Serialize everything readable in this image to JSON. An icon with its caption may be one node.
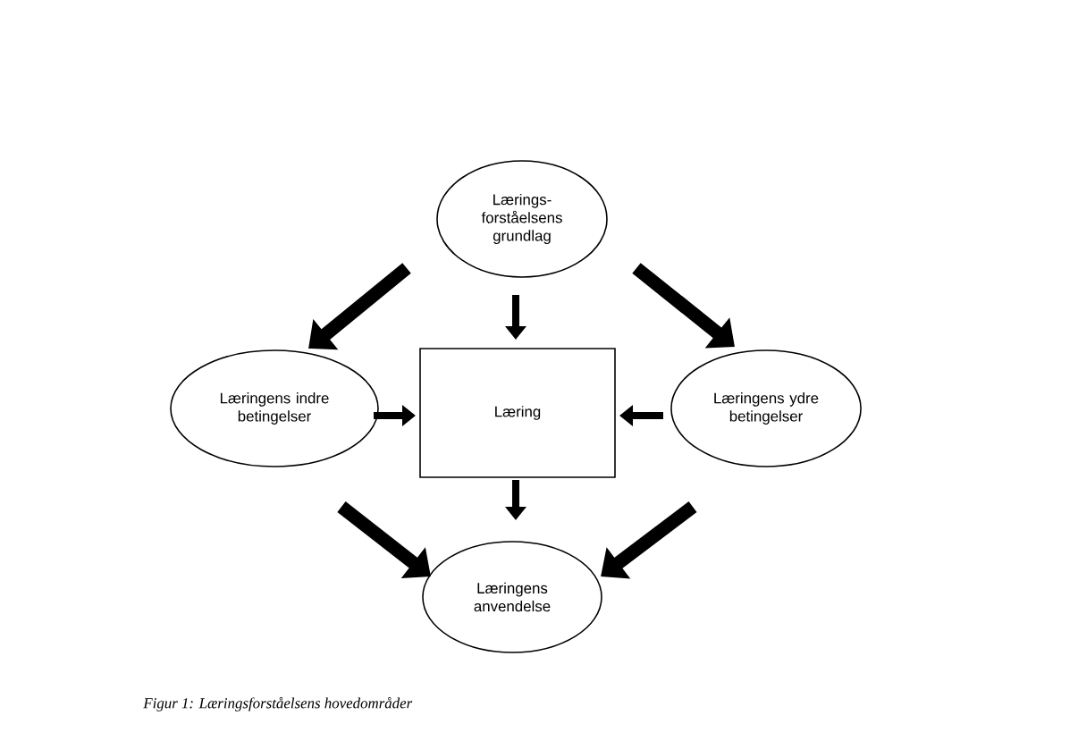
{
  "diagram": {
    "caption": "Figur 1: Læringsforståelsens hovedområder",
    "nodes": [
      {
        "text": [
          "Lærings- forståelsens grundlag"
        ]
      },
      {
        "text": [
          "Læringens indre betingelser"
        ]
      },
      {
        "text": [
          "Læring"
        ]
      },
      {
        "text": [
          "Læringens ydre betingelser"
        ]
      },
      {
        "text": [
          "Læringens anvendelse"
        ]
      }
    ],
    "edges": [
      {
        "from": 0,
        "to": 1,
        "arrow": "to",
        "style": "thick"
      },
      {
        "from": 0,
        "to": 2,
        "arrow": "to"
      },
      {
        "from": 0,
        "to": 3,
        "arrow": "to",
        "style": "thick"
      },
      {
        "from": 1,
        "to": 2,
        "arrow": "to"
      },
      {
        "from": 3,
        "to": 2,
        "arrow": "to"
      },
      {
        "from": 2,
        "to": 4,
        "arrow": "to"
      },
      {
        "from": 1,
        "to": 4,
        "arrow": "to",
        "style": "thick"
      },
      {
        "from": 3,
        "to": 4,
        "arrow": "to",
        "style": "thick"
      }
    ]
  }
}
